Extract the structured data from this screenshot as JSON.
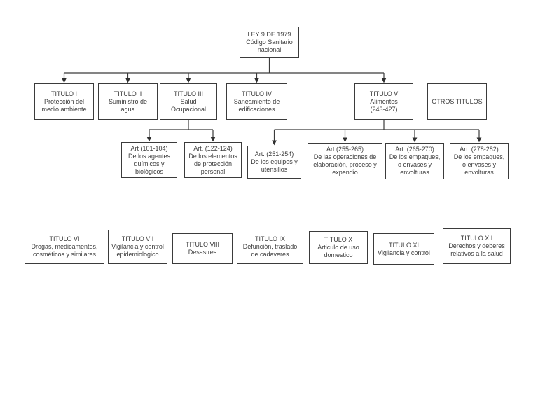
{
  "diagram": {
    "root": {
      "label": "LEY 9 DE 1979\nCódigo Sanitario\nnacional"
    },
    "titles_row": [
      {
        "id": "titulo-i",
        "label": "TITULO I\nProtección del\nmedio ambiente"
      },
      {
        "id": "titulo-ii",
        "label": "TITULO II\nSuministro de\nagua"
      },
      {
        "id": "titulo-iii",
        "label": "TITULO III\nSalud\nOcupacional"
      },
      {
        "id": "titulo-iv",
        "label": "TITULO IV\nSaneamiento de\nedificaciones"
      },
      {
        "id": "titulo-v",
        "label": "TITULO V\nAlimentos\n(243-427)"
      },
      {
        "id": "otros-titulos",
        "label": "OTROS TITULOS"
      }
    ],
    "articles_row": [
      {
        "id": "art-101-104",
        "label": "Art (101-104)\nDe los agentes\nquímicos y\nbiológicos"
      },
      {
        "id": "art-122-124",
        "label": "Art. (122-124)\nDe los elementos\nde protección\npersonal"
      },
      {
        "id": "art-251-254",
        "label": "Art. (251-254)\nDe los equipos y\nutensilios"
      },
      {
        "id": "art-255-265",
        "label": "Art (255-265)\nDe las operaciones de\nelaboración, proceso y\nexpendio"
      },
      {
        "id": "art-265-270",
        "label": "Art. (265-270)\nDe los empaques,\no envases y\nenvolturas"
      },
      {
        "id": "art-278-282",
        "label": "Art. (278-282)\nDe los empaques,\no envases y\nenvolturas"
      }
    ],
    "bottom_row": [
      {
        "id": "titulo-vi",
        "label": "TITULO VI\nDrogas, medicamentos,\ncosméticos y similares"
      },
      {
        "id": "titulo-vii",
        "label": "TITULO VII\nVigilancia y control\nepidemiologico"
      },
      {
        "id": "titulo-viii",
        "label": "TITULO VIII\nDesastres"
      },
      {
        "id": "titulo-ix",
        "label": "TITULO IX\nDefunción, traslado\nde cadaveres"
      },
      {
        "id": "titulo-x",
        "label": "TITULO X\nArticulo de uso\ndomestico"
      },
      {
        "id": "titulo-xi",
        "label": "TITULO XI\nVigilancia y control"
      },
      {
        "id": "titulo-xii",
        "label": "TITULO XII\nDerechos y deberes\nrelativos a la salud"
      }
    ],
    "colors": {
      "background": "#ffffff",
      "box_border": "#3b3b3b",
      "text": "#3b3b3b",
      "connector_line": "#3b3b3b",
      "arrowhead": "#2f2f2f"
    }
  }
}
